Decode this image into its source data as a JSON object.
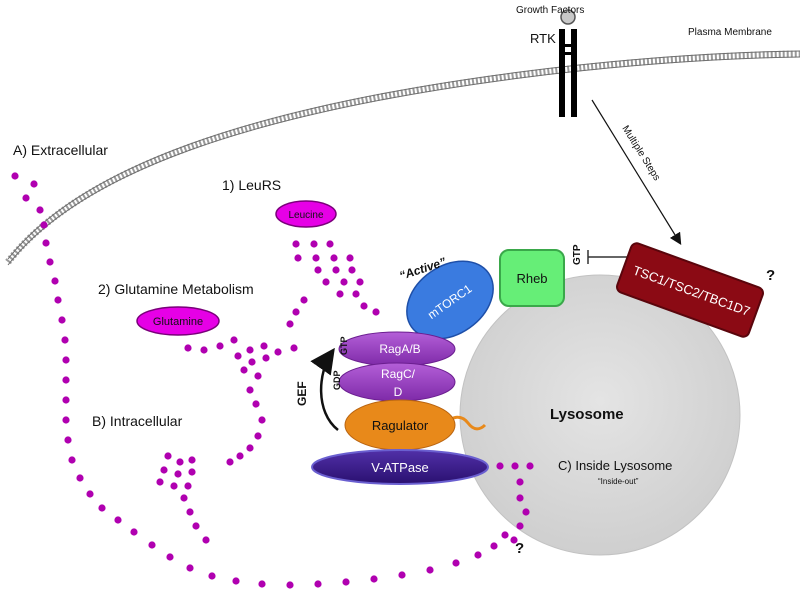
{
  "labels": {
    "growth_factors": "Growth Factors",
    "rtk": "RTK",
    "plasma_membrane": "Plasma Membrane",
    "multiple_steps": "Multiple Steps",
    "extracellular": "A) Extracellular",
    "leurs": "1) LeuRS",
    "leucine": "Leucine",
    "glutamine_metabolism": "2) Glutamine Metabolism",
    "glutamine": "Glutamine",
    "intracellular": "B) Intracellular",
    "active": "“Active”",
    "mtorc1": "mTORC1",
    "rheb": "Rheb",
    "gtp_rheb": "GTP",
    "tsc": "TSC1/TSC2/TBC1D7",
    "question_tsc": "?",
    "gtp_rag": "GTP",
    "raga": "RagA/B",
    "gdp": "GDP",
    "ragc_line1": "RagC/",
    "ragc_line2": "D",
    "gef": "GEF",
    "ragulator": "Ragulator",
    "vatpase": "V-ATPase",
    "lysosome": "Lysosome",
    "inside_lysosome": "C) Inside Lysosome",
    "inside_out": "“Inside-out”",
    "question_bottom": "?"
  },
  "colors": {
    "dots": "#b000b0",
    "leucine_fill": "#e600e6",
    "mtorc1_fill": "#3a7be0",
    "rheb_fill": "#66ee77",
    "tsc_fill": "#8b0a14",
    "rag_fill": "#9b3fc4",
    "ragulator_fill": "#e8891a",
    "vatpase_fill": "#3a1a8a",
    "lysosome_fill": "#d9d9d9"
  }
}
